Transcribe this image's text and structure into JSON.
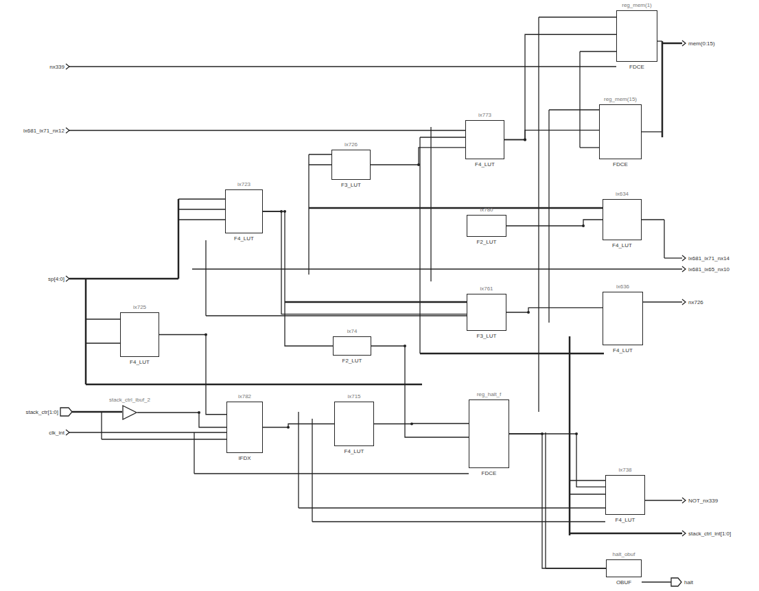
{
  "diagram": {
    "nodes": [
      {
        "text": [
          "reg_mem(1)",
          "FDCE"
        ]
      },
      {
        "text": [
          "reg_mem(15)",
          "FDCE"
        ]
      },
      {
        "text": [
          "ix773",
          "F4_LUT"
        ]
      },
      {
        "text": [
          "ix726",
          "F3_LUT"
        ]
      },
      {
        "text": [
          "ix723",
          "F4_LUT"
        ]
      },
      {
        "text": [
          "ix780",
          "F2_LUT"
        ]
      },
      {
        "text": [
          "ix634",
          "F4_LUT"
        ]
      },
      {
        "text": [
          "ix725",
          "F4_LUT"
        ]
      },
      {
        "text": [
          "ix761",
          "F3_LUT"
        ]
      },
      {
        "text": [
          "ix636",
          "F4_LUT"
        ]
      },
      {
        "text": [
          "ix74",
          "F2_LUT"
        ]
      },
      {
        "text": [
          "stack_ctrl_ibuf_2"
        ]
      },
      {
        "text": [
          "ix782",
          "IFDX"
        ]
      },
      {
        "text": [
          "ix715",
          "F4_LUT"
        ]
      },
      {
        "text": [
          "reg_halt_f",
          "FDCE"
        ]
      },
      {
        "text": [
          "ix738",
          "F4_LUT"
        ]
      },
      {
        "text": [
          "halt_obuf",
          "OBUF"
        ]
      }
    ],
    "edges": [
      {
        "from": 2,
        "to": 0,
        "arrow": "none"
      },
      {
        "from": 2,
        "to": 1,
        "arrow": "none"
      },
      {
        "from": 3,
        "to": 2,
        "arrow": "none"
      },
      {
        "from": 4,
        "to": 8,
        "arrow": "none"
      },
      {
        "from": 4,
        "to": 10,
        "arrow": "none"
      },
      {
        "from": 5,
        "to": 6,
        "arrow": "none"
      },
      {
        "from": 8,
        "to": 9,
        "arrow": "none"
      },
      {
        "from": 7,
        "to": 12,
        "arrow": "none"
      },
      {
        "from": 11,
        "to": 12,
        "arrow": "none"
      },
      {
        "from": 12,
        "to": 13,
        "arrow": "none"
      },
      {
        "from": 13,
        "to": 14,
        "arrow": "none"
      },
      {
        "from": 10,
        "to": 14,
        "arrow": "none"
      },
      {
        "from": 14,
        "to": 16,
        "arrow": "none"
      },
      {
        "from": 14,
        "to": 15,
        "arrow": "none"
      }
    ],
    "labels": [
      "nx339",
      "ix681_ix71_nx12",
      "sp[4:0]",
      "stack_ctr[1:0]",
      "clk_int",
      "mem(0:15)",
      "ix681_ix71_nx14",
      "ix681_ix65_nx10",
      "nx726",
      "NOT_nx339",
      "stack_ctrl_int[1:0]",
      "halt"
    ]
  }
}
